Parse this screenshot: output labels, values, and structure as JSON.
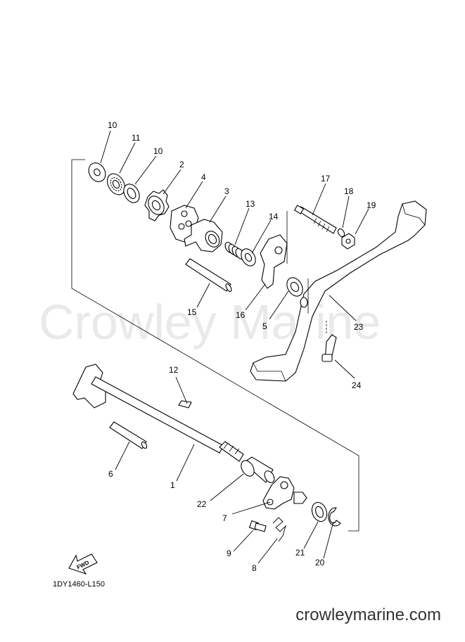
{
  "watermark": "Crowley Marine",
  "site_url": "crowleymarine.com",
  "diagram_code": "1DY1460-L150",
  "fwd_label": "FWD",
  "part_numbers": {
    "p1": "1",
    "p2": "2",
    "p3": "3",
    "p4": "4",
    "p5": "5",
    "p6": "6",
    "p7": "7",
    "p8": "8",
    "p9": "9",
    "p10a": "10",
    "p10b": "10",
    "p11": "11",
    "p12": "12",
    "p13": "13",
    "p14": "14",
    "p15": "15",
    "p16": "16",
    "p17": "17",
    "p18": "18",
    "p19": "19",
    "p20": "20",
    "p21": "21",
    "p22": "22",
    "p23": "23",
    "p24": "24"
  }
}
